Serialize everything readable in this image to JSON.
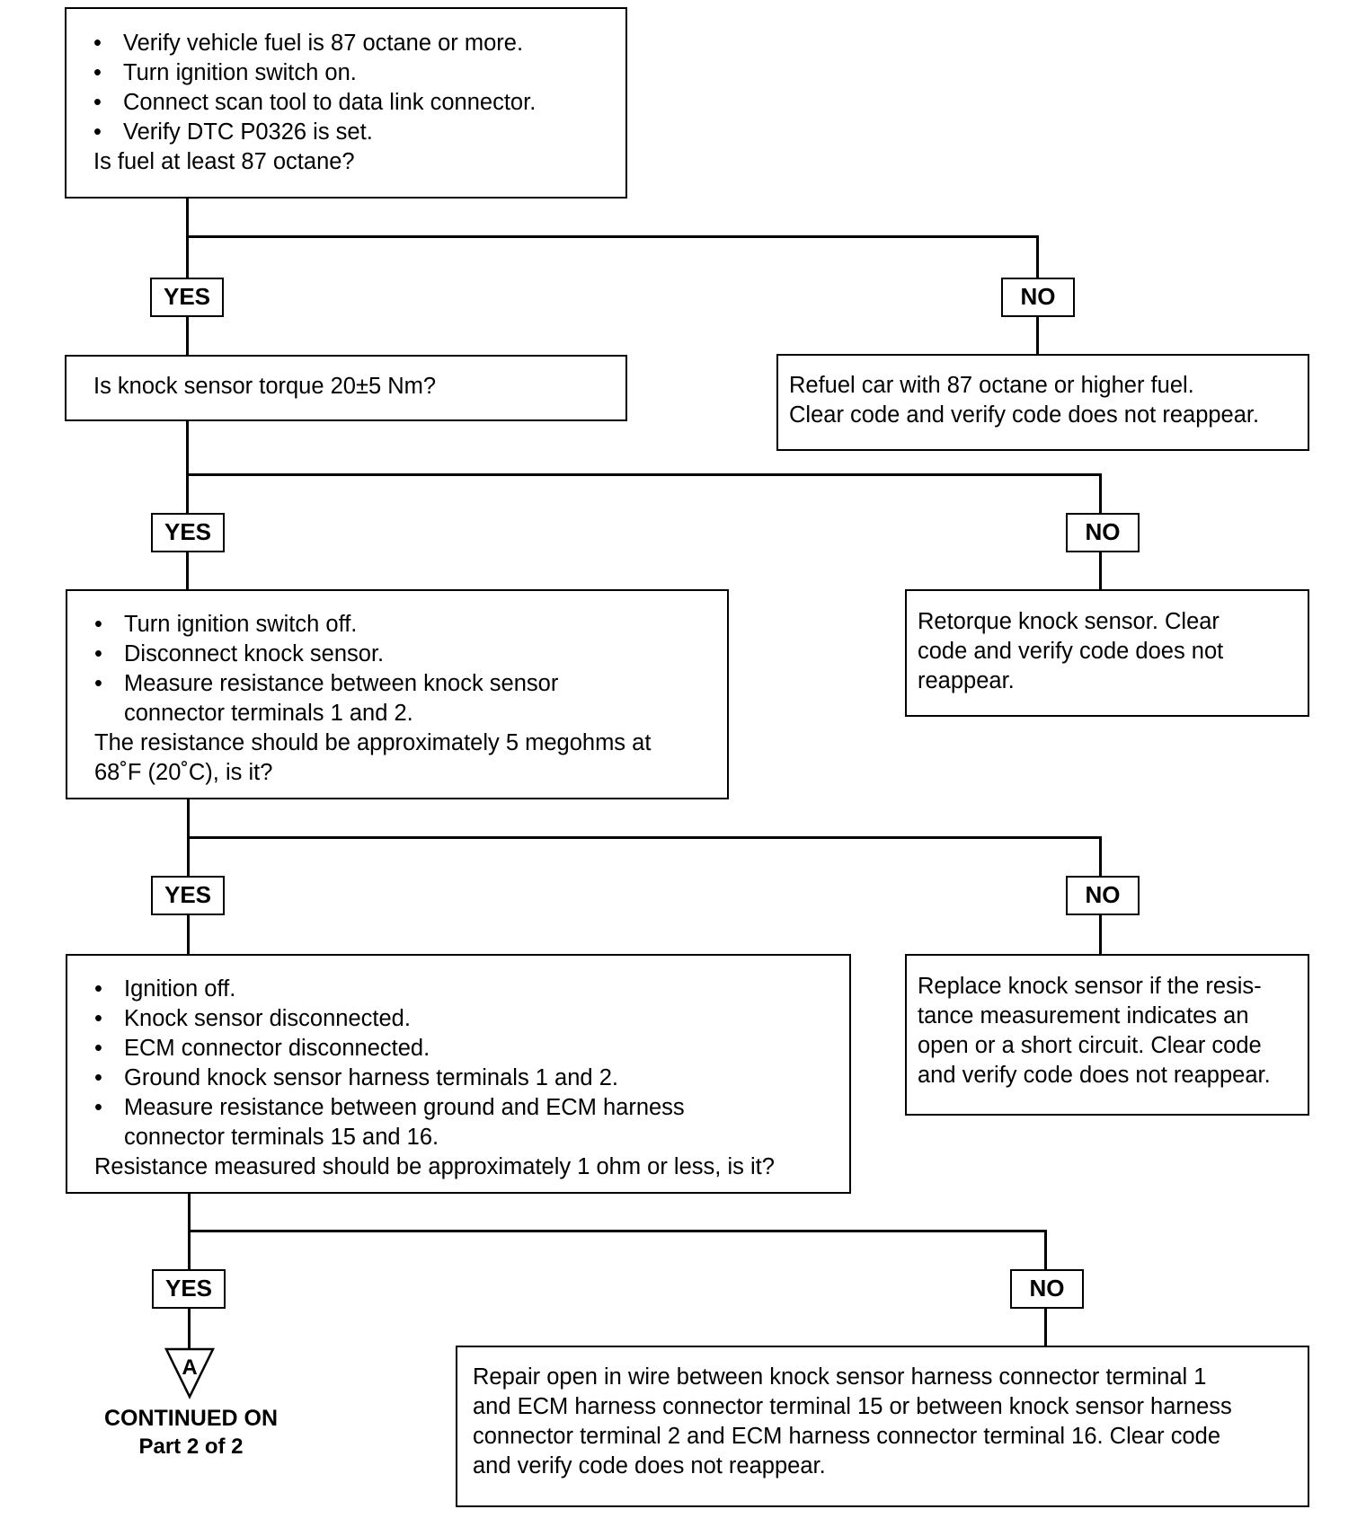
{
  "box1": {
    "items": [
      "Verify vehicle fuel is 87 octane or more.",
      "Turn ignition switch on.",
      "Connect scan tool to data link connector.",
      "Verify DTC P0326 is set."
    ],
    "question": "Is fuel at least 87 octane?"
  },
  "box2": {
    "question": "Is knock sensor torque 20±5 Nm?"
  },
  "no1": {
    "lines": [
      "Refuel car with 87 octane or higher fuel.",
      "Clear code and verify code does not reappear."
    ]
  },
  "box3": {
    "items": [
      "Turn ignition switch off.",
      "Disconnect knock sensor.",
      "Measure resistance between knock sensor connector terminals 1 and 2."
    ],
    "question": "The resistance should be approximately 5 megohms at 68˚F (20˚C), is it?"
  },
  "no2": {
    "lines": [
      "Retorque knock sensor. Clear",
      "code and verify code does not",
      "reappear."
    ]
  },
  "box4": {
    "items": [
      "Ignition off.",
      "Knock sensor disconnected.",
      "ECM connector disconnected.",
      "Ground knock sensor harness terminals 1 and 2.",
      "Measure resistance between ground and ECM harness connector terminals 15 and 16."
    ],
    "question": "Resistance measured should be approximately 1 ohm or less, is it?"
  },
  "no3": {
    "lines": [
      "Replace knock sensor if the resis-",
      "tance measurement indicates an",
      "open or a short circuit. Clear code",
      "and verify code does not reappear."
    ]
  },
  "no4": {
    "lines": [
      "Repair open in wire between knock sensor harness connector terminal 1",
      "and ECM harness connector terminal 15 or between knock sensor harness",
      "connector terminal 2 and ECM harness connector terminal 16. Clear code",
      "and verify code does not reappear."
    ]
  },
  "labels": {
    "yes": "YES",
    "no": "NO"
  },
  "continued": {
    "marker": "A",
    "line1": "CONTINUED ON",
    "line2": "Part 2 of 2"
  }
}
